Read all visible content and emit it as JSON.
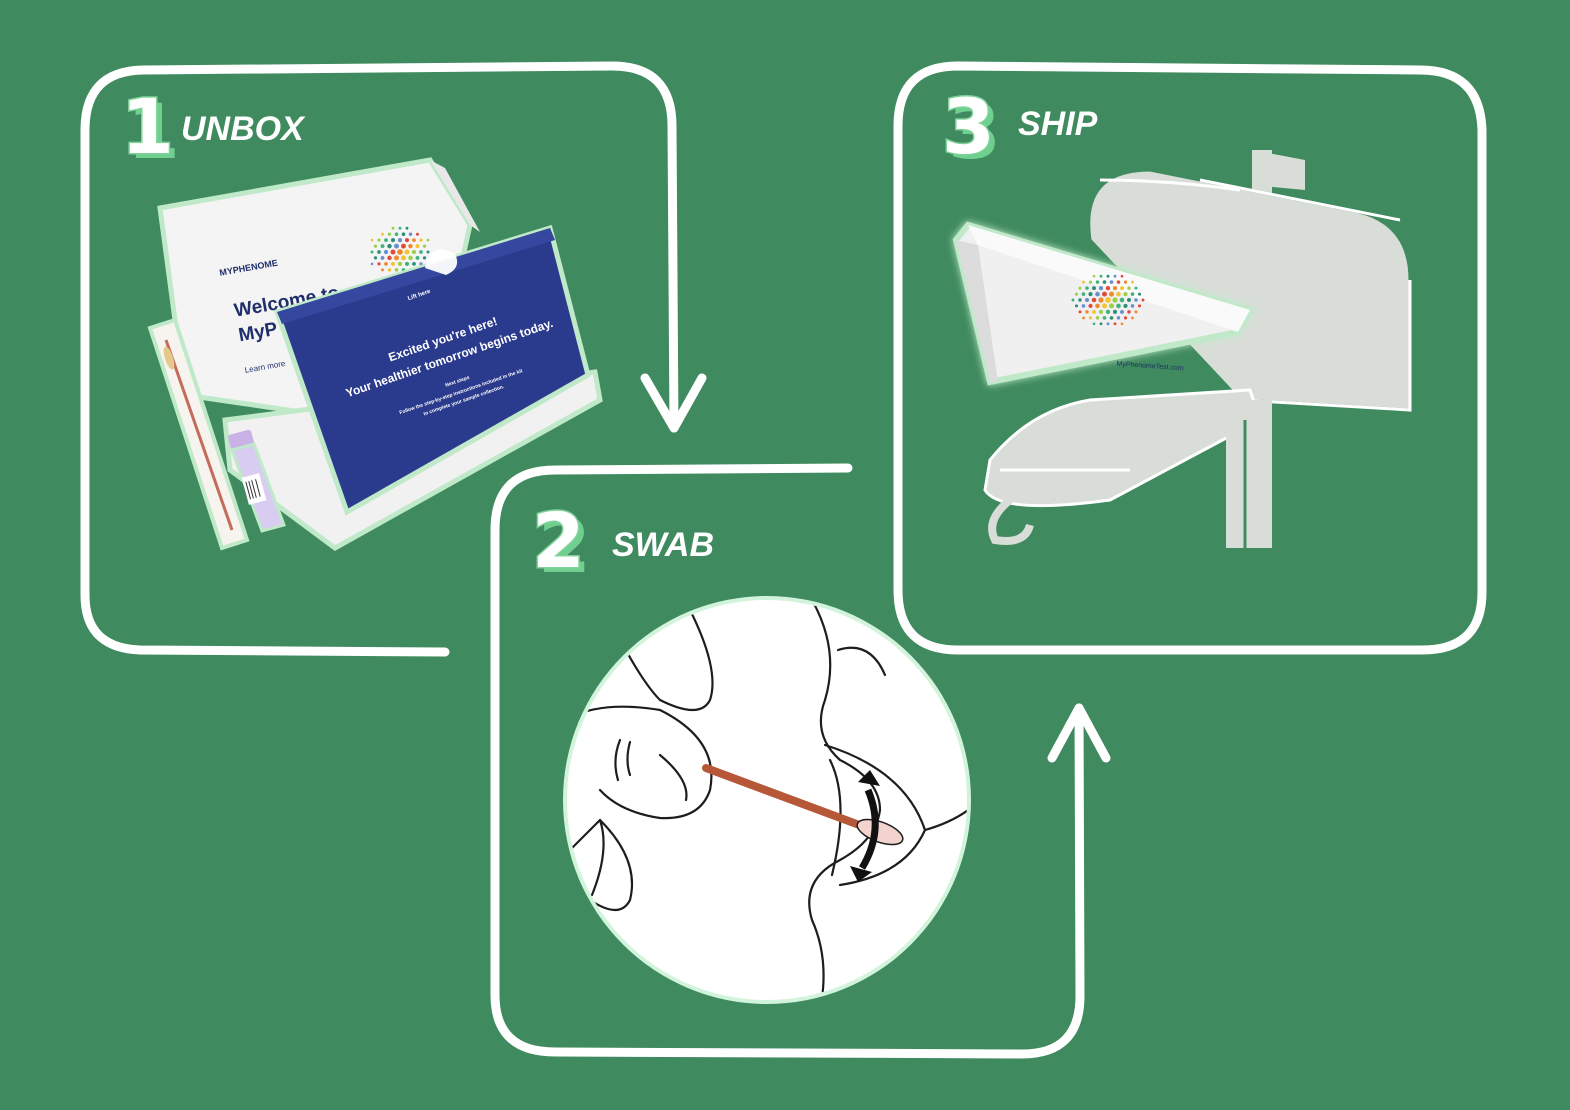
{
  "colors": {
    "background": "#3f8a5e",
    "outline": "#ffffff",
    "number_accent": "#6fcf8e",
    "kit_blue": "#2a3a8c",
    "mailbox_gray": "#d9ddd8"
  },
  "steps": [
    {
      "number": "1",
      "label": "UNBOX"
    },
    {
      "number": "2",
      "label": "SWAB"
    },
    {
      "number": "3",
      "label": "SHIP"
    }
  ],
  "kit": {
    "brand": "MYPHENOME",
    "welcome_line1": "Welcome to",
    "welcome_line2": "MyP",
    "learn_more": "Learn more",
    "tab_text": "Lift here",
    "headline1": "Excited you're here!",
    "headline2": "Your healthier tomorrow begins today.",
    "next_steps_title": "Next steps",
    "next_steps_line1": "Follow the step-by-step instructions included in the kit",
    "next_steps_line2": "to complete your sample collection."
  },
  "ship_box": {
    "url": "MyPhenomeTest.com"
  },
  "icons": {
    "arrow1": "arrow-down-icon",
    "arrow2": "arrow-up-icon",
    "swab": "cheek-swab-icon",
    "mailbox": "mailbox-icon"
  }
}
